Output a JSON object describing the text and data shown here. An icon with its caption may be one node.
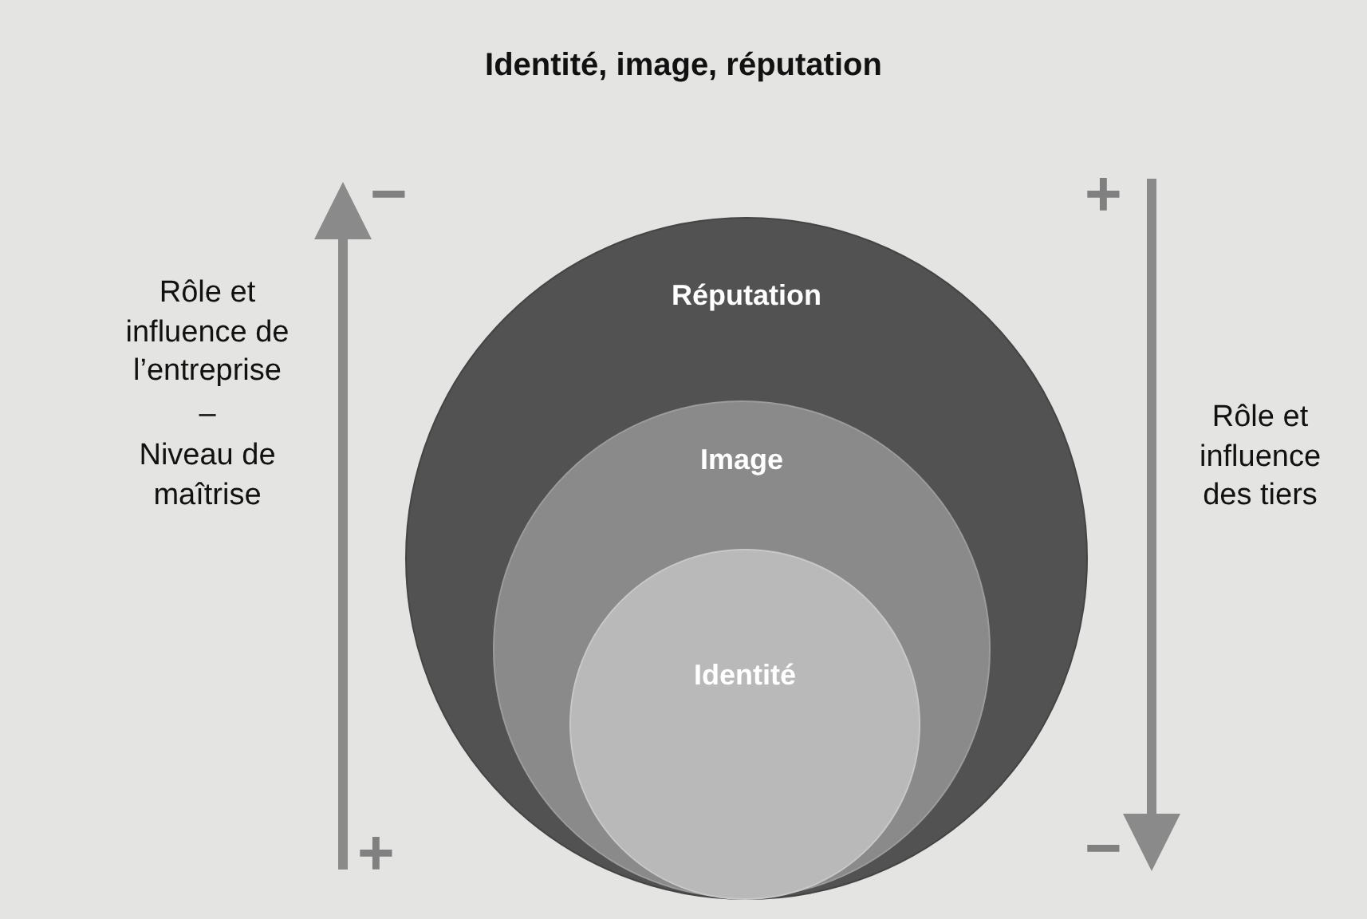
{
  "diagram": {
    "title": "Identité, image, réputation",
    "nodes": [
      {
        "text": [
          "Réputation"
        ]
      },
      {
        "text": [
          "Image"
        ],
        "in": 0
      },
      {
        "text": [
          "Identité"
        ],
        "in": 1
      }
    ],
    "labels": [
      "−",
      "+",
      "Rôle et influence de l’entreprise",
      "–",
      "Niveau de maîtrise",
      "Rôle et influence des tiers",
      "+",
      "−"
    ]
  }
}
